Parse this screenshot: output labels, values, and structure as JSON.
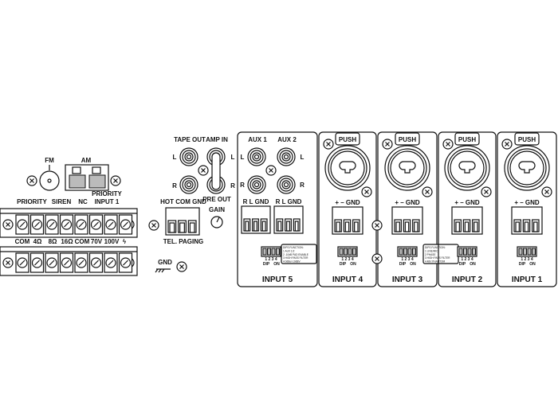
{
  "tuner": {
    "fm_label": "FM",
    "am_label": "AM"
  },
  "control_terminals": {
    "labels": [
      "PRIORITY",
      "SIREN",
      "NC",
      "PRIORITY",
      "INPUT 1"
    ]
  },
  "speaker_terminals": {
    "labels": [
      "COM",
      "4Ω",
      "8Ω",
      "16Ω",
      "COM",
      "70V",
      "100V"
    ],
    "warning_symbol": "ϟ"
  },
  "ground": {
    "label": "GND"
  },
  "tape_out": {
    "label": "TAPE OUT",
    "l": "L",
    "r": "R"
  },
  "amp_in": {
    "label": "AMP IN",
    "l": "L",
    "r": "R",
    "pre_out": "PRE OUT",
    "gain": "GAIN"
  },
  "tel_paging": {
    "pins": "HOT COM GND",
    "label": "TEL. PAGING"
  },
  "input5": {
    "title": "INPUT 5",
    "aux1": "AUX 1",
    "aux2": "AUX 2",
    "l": "L",
    "r": "R",
    "pins1": "R  L GND",
    "pins2": "R  L GND",
    "dip_numbers": "1 2 3 4",
    "dip_label": "DIP",
    "on_label": "ON",
    "dips_function": [
      "DIPS FUNCTION:",
      "1  AUX 1/2",
      "2  -10dB PAD ENABLE",
      "3  HIGH PASS FILTER",
      "4  0dBu/-10dBV"
    ]
  },
  "mic_inputs": [
    {
      "title": "INPUT 4",
      "push": "PUSH",
      "pins": "+  – GND",
      "dip_numbers": "1 2 3 4",
      "dip_label": "DIP",
      "on_label": "ON"
    },
    {
      "title": "INPUT 3",
      "push": "PUSH",
      "pins": "+  – GND",
      "dip_numbers": "1 2 3 4",
      "dip_label": "DIP",
      "on_label": "ON",
      "dips_function": [
        "DIPS FUNCTION:",
        "1  LINE/MIC",
        "2  PHASE",
        "3  HIGH PASS FILTER",
        "4  48V PHANTOM"
      ]
    },
    {
      "title": "INPUT 2",
      "push": "PUSH",
      "pins": "+  – GND",
      "dip_numbers": "1 2 3 4",
      "dip_label": "DIP",
      "on_label": "ON"
    },
    {
      "title": "INPUT 1",
      "push": "PUSH",
      "pins": "+  – GND",
      "dip_numbers": "1 2 3 4",
      "dip_label": "DIP",
      "on_label": "ON"
    }
  ]
}
